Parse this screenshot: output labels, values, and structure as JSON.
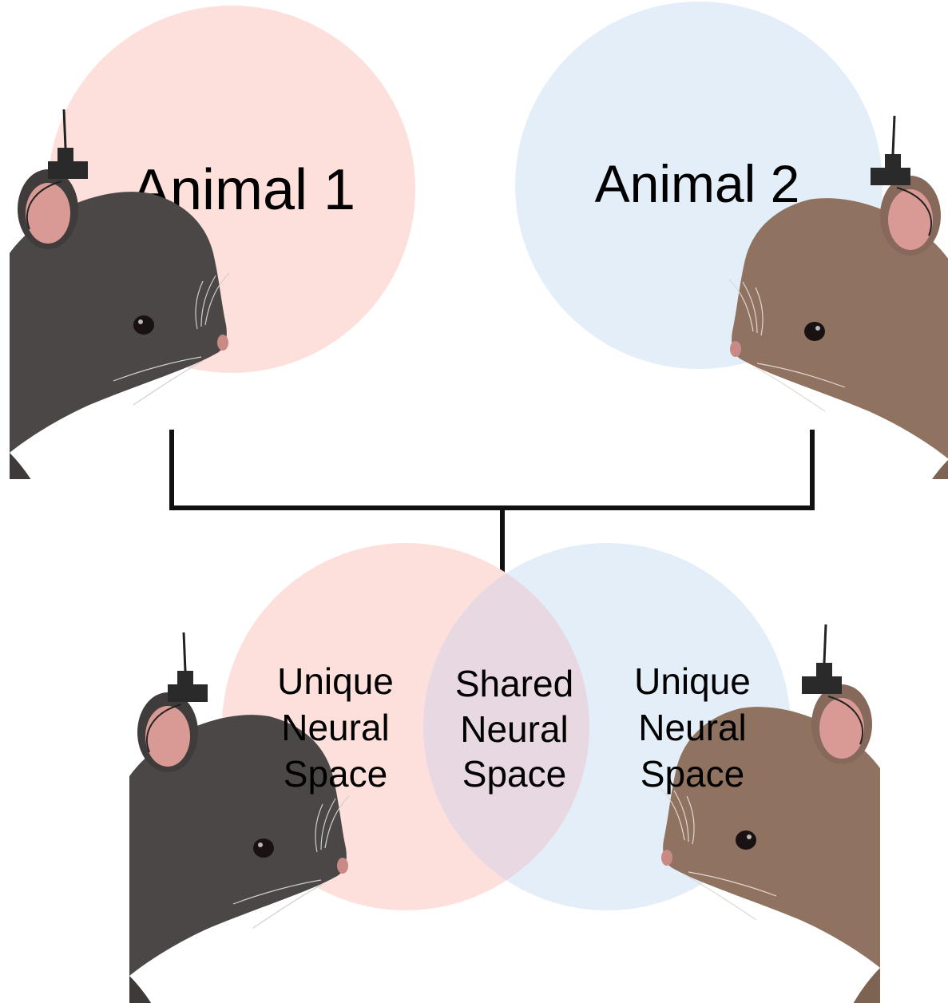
{
  "top": {
    "animal1_label": "Animal 1",
    "animal2_label": "Animal 2"
  },
  "bottom": {
    "left_label": [
      "Unique",
      "Neural",
      "Space"
    ],
    "center_label": [
      "Shared",
      "Neural",
      "Space"
    ],
    "right_label": [
      "Unique",
      "Neural",
      "Space"
    ]
  },
  "colors": {
    "animal1_circle": "#fde0dc",
    "animal2_circle": "#e3eef8",
    "overlap": "#e8d8e2",
    "mouse_dark": "#4a4746",
    "mouse_brown": "#8f7360",
    "ear_inner": "#d99a96",
    "bracket": "#111111"
  },
  "icons": {
    "mouse_left": "mouse-head-dark-icon",
    "mouse_right": "mouse-head-brown-icon",
    "implant": "head-implant-icon"
  }
}
